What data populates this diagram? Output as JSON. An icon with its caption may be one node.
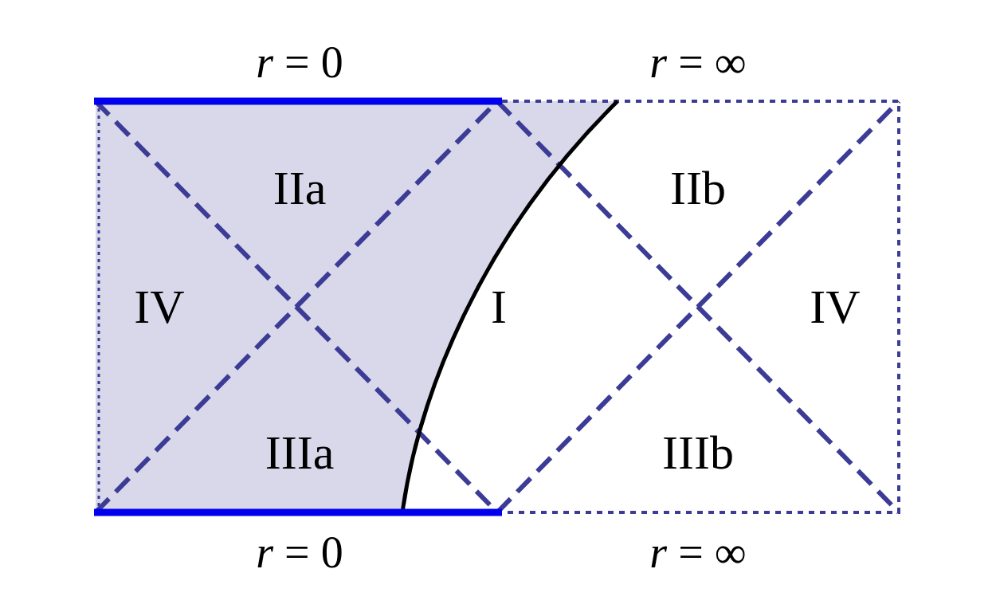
{
  "diagram": {
    "labels": [
      "*r* = 0",
      "*r* = ∞",
      "IIa",
      "IIb",
      "IV",
      "I",
      "IV",
      "IIIa",
      "IIIb",
      "*r* = 0",
      "*r* = ∞"
    ]
  }
}
